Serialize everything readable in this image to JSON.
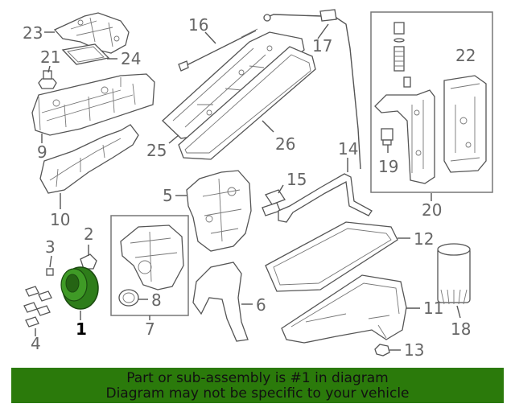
{
  "callouts": {
    "c1": "1",
    "c2": "2",
    "c3": "3",
    "c4": "4",
    "c5": "5",
    "c6": "6",
    "c7": "7",
    "c8": "8",
    "c9": "9",
    "c10": "10",
    "c11": "11",
    "c12": "12",
    "c13": "13",
    "c14": "14",
    "c15": "15",
    "c16": "16",
    "c17": "17",
    "c18": "18",
    "c19": "19",
    "c20": "20",
    "c21": "21",
    "c22": "22",
    "c23": "23",
    "c24": "24",
    "c25": "25",
    "c26": "26"
  },
  "highlighted_part": "1",
  "colors": {
    "footer_bg": "#2b7a0b",
    "highlight_part": "#2e7d1a",
    "line": "#555555",
    "callout_text": "#666666"
  },
  "footer": {
    "line1": "Part or sub-assembly is #1 in diagram",
    "line2": "Diagram may not be specific to your vehicle"
  }
}
